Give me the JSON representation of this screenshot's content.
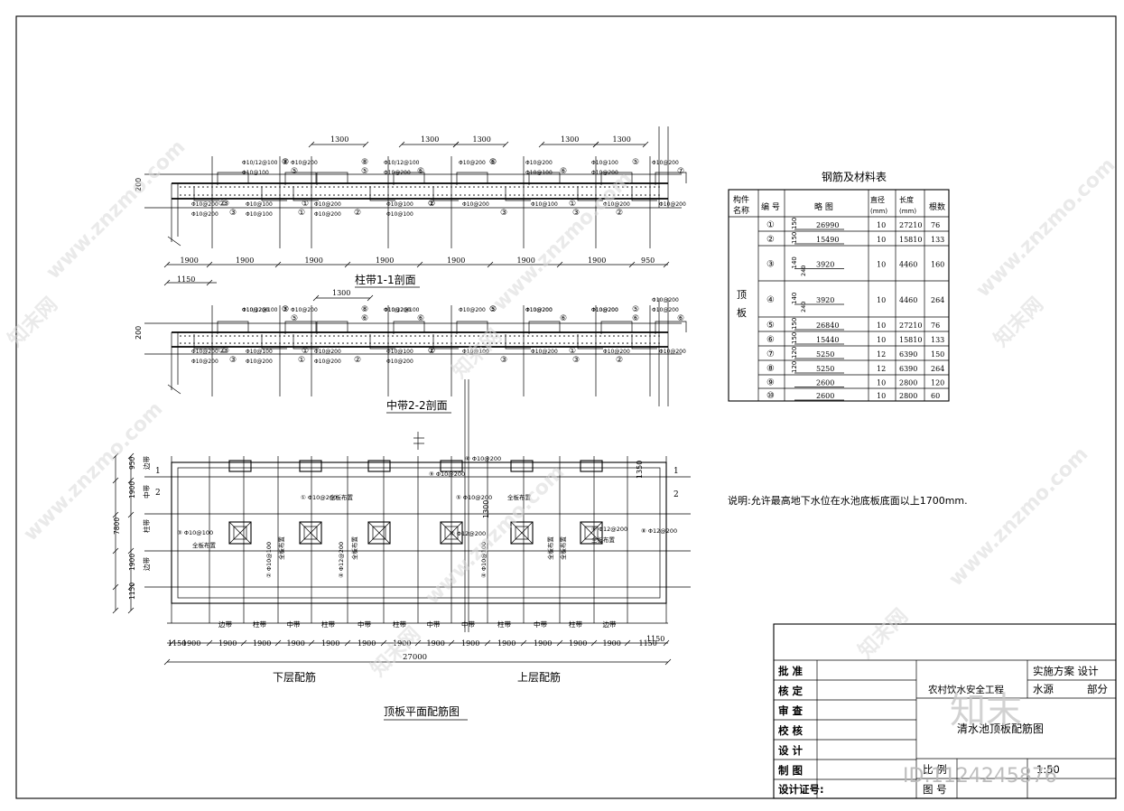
{
  "section1": {
    "title": "柱带1-1剖面",
    "thickness": "200",
    "top_dims": [
      "1300",
      "1300",
      "1300",
      "1300",
      "1300"
    ],
    "bottom_dims": [
      "1150",
      "1900",
      "1900",
      "1900",
      "1900",
      "1900",
      "1900",
      "1900",
      "950"
    ],
    "top_labels": [
      "Φ10/12@100",
      "Φ10@200",
      "Φ10/12@100",
      "Φ10@200",
      "Φ10@200",
      "Φ10@100",
      "Φ10@200",
      "Φ10@100",
      "Φ10@200",
      "Φ10@100",
      "Φ10@200"
    ],
    "bottom_labels": [
      "Φ10@200",
      "Φ10@100",
      "Φ10@200",
      "Φ10@100",
      "Φ10@200",
      "Φ10@100",
      "Φ10@200",
      "Φ10@200",
      "Φ10@200",
      "Φ10@100",
      "Φ10@200",
      "Φ10@100"
    ],
    "markers_top": [
      "⑦",
      "⑤",
      "⑧",
      "⑥",
      "⑤",
      "⑥",
      "⑤",
      "⑦",
      "⑧",
      "⑤",
      "⑥"
    ],
    "markers_bottom": [
      "②",
      "③",
      "①",
      "②",
      "①",
      "③",
      "①",
      "②",
      "③",
      "①",
      "②",
      "③"
    ]
  },
  "section2": {
    "title": "中带2-2剖面",
    "thickness": "200",
    "top_dims": [
      "1300"
    ],
    "top_labels": [
      "Φ10/12@100",
      "Φ10@200",
      "Φ10/12@100",
      "Φ10@200",
      "Φ10@200",
      "Φ10@200",
      "Φ10@200",
      "Φ10@200",
      "Φ10@200",
      "Φ10@200",
      "Φ10@200",
      "Φ10@200"
    ],
    "bottom_labels": [
      "Φ10@200",
      "Φ10@100",
      "Φ10@200",
      "Φ10@100",
      "Φ10@100",
      "Φ10@200",
      "Φ10@200",
      "Φ10@200",
      "Φ10@200",
      "Φ10@200",
      "Φ10@200",
      "Φ10@200"
    ],
    "markers_top": [
      "⑦",
      "⑤",
      "⑧",
      "⑥",
      "⑤",
      "⑥",
      "⑤",
      "⑥",
      "⑤",
      "⑥",
      "⑤",
      "⑥"
    ],
    "markers_bottom": [
      "②",
      "③",
      "①",
      "②",
      "①",
      "③",
      "①",
      "②",
      "③",
      "①",
      "②",
      "③"
    ]
  },
  "plan": {
    "title": "顶板平面配筋图",
    "left_label": "下层配筋",
    "right_label": "上层配筋",
    "total_width": "27000",
    "bottom_dims": [
      "1150",
      "1900",
      "1900",
      "1900",
      "1900",
      "1900",
      "1900",
      "1900",
      "1900",
      "1900",
      "1900",
      "1900",
      "1900",
      "1900",
      "1150"
    ],
    "band_labels": [
      "边带",
      "柱带",
      "中带",
      "柱带",
      "中带",
      "柱带",
      "中带",
      "中带",
      "柱带",
      "中带",
      "柱带",
      "边带"
    ],
    "left_dims": [
      "950",
      "1900",
      "7800",
      "1900",
      "1900",
      "1150"
    ],
    "left_bands": [
      "边带",
      "柱带",
      "中带",
      "边带"
    ],
    "axis_marks": [
      "1",
      "2",
      "1",
      "2"
    ],
    "right_dim": "1350",
    "inner_dim": "1300",
    "notes": [
      "① Φ10@200",
      "全板布置",
      "③ Φ10@100",
      "全板布置",
      "⑤ Φ10@200",
      "全板布置",
      "④ Φ12@200",
      "全板布置",
      "② Φ10@100",
      "全板布置",
      "④ Φ10@100",
      "全板布置",
      "⑧ Φ12@200",
      "⑦ Φ12@200",
      "全板布置",
      "⑨ Φ10@200",
      "⑥ Φ10@200",
      "⑥ Φ12@200",
      "全板布置"
    ]
  },
  "table": {
    "title": "钢筋及材料表",
    "headers": [
      "构件名称",
      "编 号",
      "略 图",
      "直径(mm)",
      "长度(mm)",
      "根数"
    ],
    "component": "顶板",
    "rows": [
      {
        "no": "①",
        "sketch": "26990",
        "hook": "150",
        "dia": "10",
        "len": "27210",
        "count": "76"
      },
      {
        "no": "②",
        "sketch": "15490",
        "hook": "150",
        "dia": "10",
        "len": "15810",
        "count": "133"
      },
      {
        "no": "③",
        "sketch": "3920",
        "hook": "140",
        "dia": "10",
        "len": "4460",
        "count": "160"
      },
      {
        "no": "④",
        "sketch": "3920",
        "hook": "140",
        "dia": "10",
        "len": "4460",
        "count": "264"
      },
      {
        "no": "⑤",
        "sketch": "26840",
        "hook": "150",
        "dia": "10",
        "len": "27210",
        "count": "76"
      },
      {
        "no": "⑥",
        "sketch": "15440",
        "hook": "150",
        "dia": "10",
        "len": "15810",
        "count": "133"
      },
      {
        "no": "⑦",
        "sketch": "5250",
        "hook": "120",
        "dia": "12",
        "len": "6390",
        "count": "150"
      },
      {
        "no": "⑧",
        "sketch": "5250",
        "hook": "120",
        "dia": "12",
        "len": "6390",
        "count": "264"
      },
      {
        "no": "⑨",
        "sketch": "2600",
        "hook": "",
        "dia": "10",
        "len": "2800",
        "count": "120"
      },
      {
        "no": "⑩",
        "sketch": "2600",
        "hook": "",
        "dia": "10",
        "len": "2800",
        "count": "60"
      }
    ],
    "sub_hook": "240"
  },
  "note": "说明:允许最高地下水位在水池底板底面以上1700mm.",
  "title_block": {
    "roles": [
      "批 准",
      "核 定",
      "审 查",
      "校 核",
      "设 计",
      "制 图"
    ],
    "cert": "设计证号:",
    "project": "农村饮水安全工程",
    "stage": "实施方案 设计",
    "part": "水源",
    "part_suffix": "部分",
    "drawing": "清水池顶板配筋图",
    "scale_label": "比 例",
    "scale_value": "1:50",
    "number_label": "图 号"
  },
  "watermark": {
    "site": "www.znzmo.com",
    "brand": "知末网",
    "logo": "知末",
    "id": "ID:1124245876"
  }
}
